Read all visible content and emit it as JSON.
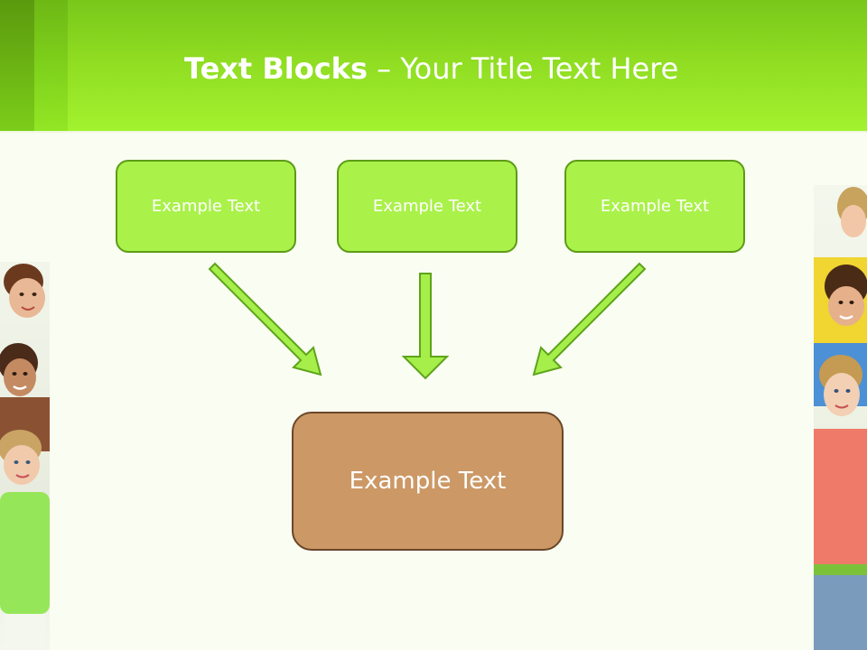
{
  "slide": {
    "title_bold": "Text Blocks",
    "title_dash": " – ",
    "title_rest": "Your Title Text Here"
  },
  "diagram": {
    "top_boxes": [
      {
        "label": "Example Text"
      },
      {
        "label": "Example Text"
      },
      {
        "label": "Example Text"
      }
    ],
    "bottom_box": {
      "label": "Example Text"
    }
  },
  "colors": {
    "header_green": "#a3f22e",
    "box_green": "#aaf14a",
    "box_green_border": "#5d9c16",
    "box_brown": "#cc9865",
    "box_brown_border": "#6a4628",
    "arrow_fill": "#a6ee4a",
    "arrow_stroke": "#5da41a",
    "background": "#fafdf2"
  },
  "images": {
    "left": "children-photo-left",
    "right": "children-photo-right"
  }
}
